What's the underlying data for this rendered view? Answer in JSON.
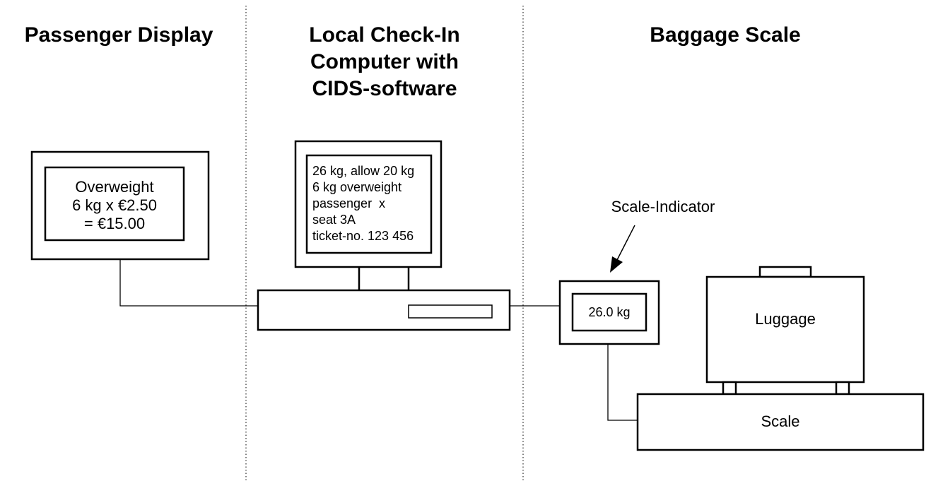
{
  "headings": {
    "passenger_display": "Passenger Display",
    "checkin_line1": "Local Check-In",
    "checkin_line2": "Computer with",
    "checkin_line3": "CIDS-software",
    "baggage_scale": "Baggage Scale"
  },
  "passenger_display": {
    "line1": "Overweight",
    "line2": "6 kg x €2.50",
    "line3": "= €15.00"
  },
  "computer_screen": {
    "line1": "26 kg, allow 20 kg",
    "line2": "6 kg overweight",
    "line3": "passenger  x",
    "line4": "seat 3A",
    "line5": "ticket-no. 123 456"
  },
  "scale_indicator": {
    "label": "Scale-Indicator",
    "reading": "26.0 kg"
  },
  "luggage": {
    "label": "Luggage"
  },
  "scale": {
    "label": "Scale"
  }
}
